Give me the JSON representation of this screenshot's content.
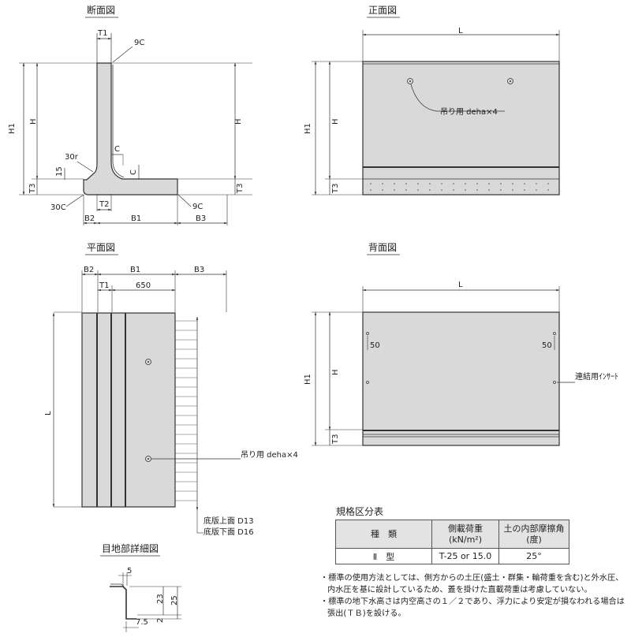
{
  "views": {
    "section": {
      "title": "断面図",
      "labels": {
        "t1": "T1",
        "c9_top": "9C",
        "h1": "H1",
        "h_left": "H",
        "h_right": "H",
        "r30": "30r",
        "c_h": "C",
        "c_v": "C",
        "d15": "15",
        "t3_left": "T3",
        "t3_right": "T3",
        "c30": "30C",
        "c9_bottom": "9C",
        "b2": "B2",
        "t2": "T2",
        "b1": "B1",
        "b3": "B3"
      }
    },
    "front": {
      "title": "正面図",
      "labels": {
        "l": "L",
        "h1": "H1",
        "h": "H",
        "t3": "T3",
        "lift": "吊り用 deha×4"
      }
    },
    "plan": {
      "title": "平面図",
      "labels": {
        "b2": "B2",
        "b1": "B1",
        "b3": "B3",
        "t1": "T1",
        "d650": "650",
        "l": "L",
        "lift": "吊り用 deha×4",
        "rebar_top": "底版上面 D13",
        "rebar_bottom": "底版下面 D16"
      }
    },
    "back": {
      "title": "背面図",
      "labels": {
        "l": "L",
        "d50_left": "50",
        "d50_right": "50",
        "h1": "H1",
        "h": "H",
        "t3": "T3",
        "insert": "連結用ｲﾝｻｰﾄ"
      }
    },
    "joint": {
      "title": "目地部詳細図",
      "labels": {
        "d5": "5",
        "d23": "23",
        "d25": "25",
        "d2": "2",
        "d75": "7.5"
      }
    }
  },
  "spec_table": {
    "title": "規格区分表",
    "headers": {
      "type": "種　類",
      "load_1": "側載荷重",
      "load_2": "(kN/m²)",
      "angle_1": "土の内部摩擦角",
      "angle_2": "(度)"
    },
    "row": {
      "type": "Ⅱ　型",
      "load": "T-25 or 15.0",
      "angle": "25°"
    }
  },
  "notes": [
    "・標準の使用方法としては、側方からの土圧(盛土・群集・輪荷重を含む)と外水圧、内水圧を基に設計しているため、蓋を掛けた直載荷重は考慮していない。",
    "・標準の地下水高さは内空高さの１／２であり、浮力により安定が損なわれる場合は張出(ＴＢ)を設ける。"
  ]
}
